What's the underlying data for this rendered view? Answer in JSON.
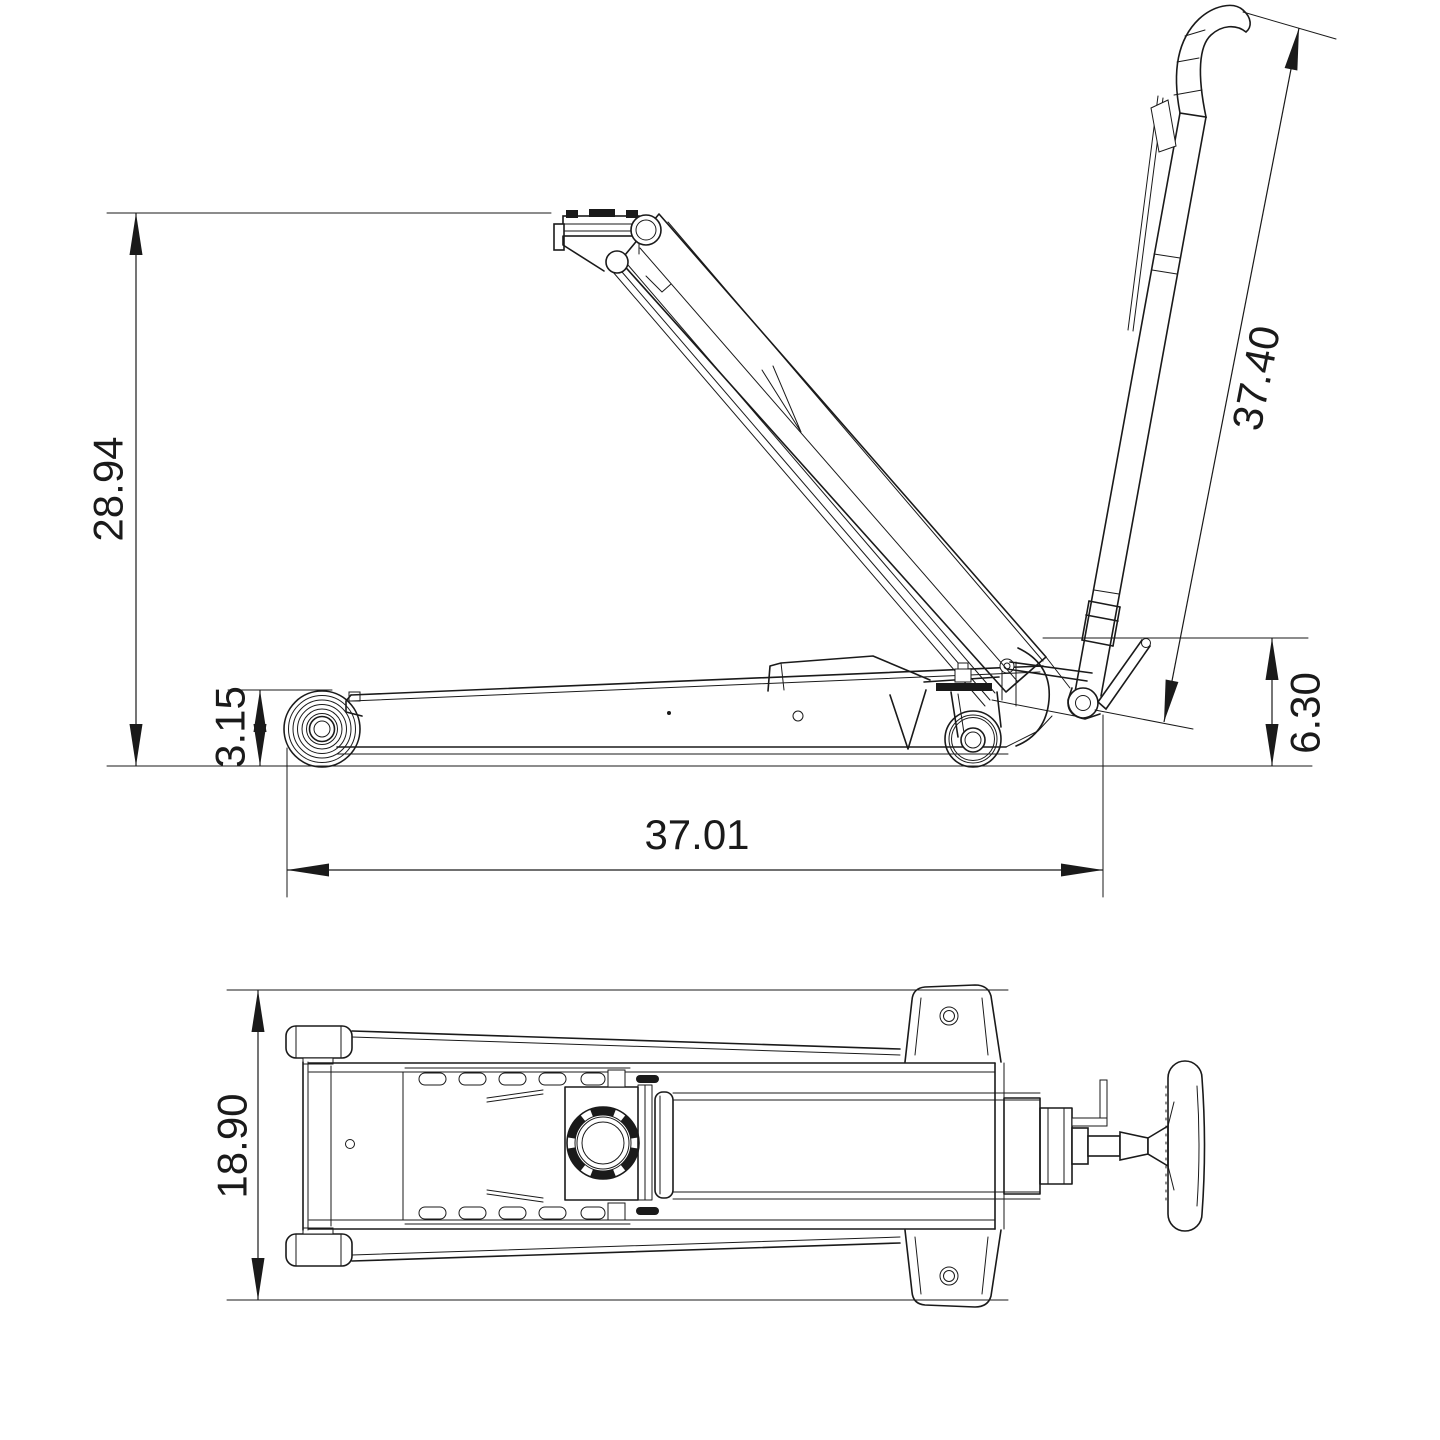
{
  "colors": {
    "line": "#1a1a1a",
    "background": "#ffffff"
  },
  "dimensions": {
    "max_lift_height": "28.94",
    "min_height": "3.15",
    "handle_length": "37.40",
    "rear_height": "6.30",
    "overall_length": "37.01",
    "overall_width": "18.90"
  }
}
